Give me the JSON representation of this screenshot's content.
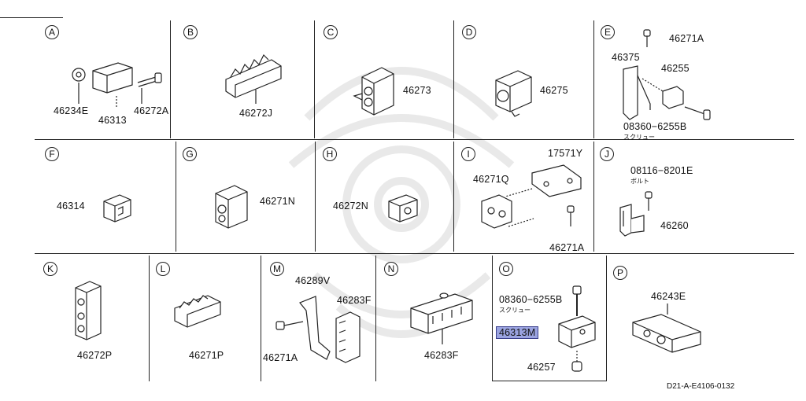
{
  "sections": [
    {
      "letter": "A",
      "labels": [
        "46234E",
        "46313",
        "46272A"
      ]
    },
    {
      "letter": "B",
      "labels": [
        "46272J"
      ]
    },
    {
      "letter": "C",
      "labels": [
        "46273"
      ]
    },
    {
      "letter": "D",
      "labels": [
        "46275"
      ]
    },
    {
      "letter": "E",
      "labels": [
        "46271A",
        "46375",
        "46255",
        "08360−6255B"
      ],
      "notes": [
        "スクリュー"
      ]
    },
    {
      "letter": "F",
      "labels": [
        "46314"
      ]
    },
    {
      "letter": "G",
      "labels": [
        "46271N"
      ]
    },
    {
      "letter": "H",
      "labels": [
        "46272N"
      ]
    },
    {
      "letter": "I",
      "labels": [
        "17571Y",
        "46271Q",
        "46271A"
      ]
    },
    {
      "letter": "J",
      "labels": [
        "08116−8201E",
        "46260"
      ],
      "notes": [
        "ボルト"
      ]
    },
    {
      "letter": "K",
      "labels": [
        "46272P"
      ]
    },
    {
      "letter": "L",
      "labels": [
        "46271P"
      ]
    },
    {
      "letter": "M",
      "labels": [
        "46289V",
        "46283F",
        "46271A"
      ]
    },
    {
      "letter": "N",
      "labels": [
        "46283F"
      ]
    },
    {
      "letter": "O",
      "labels": [
        "08360−6255B",
        "46313M",
        "46257"
      ],
      "notes": [
        "スクリュー"
      ]
    },
    {
      "letter": "P",
      "labels": [
        "46243E"
      ]
    }
  ],
  "diagram_code": "D21-A-E4106-0132",
  "highlight_color": "#9aa3e0",
  "line_color": "#222222"
}
